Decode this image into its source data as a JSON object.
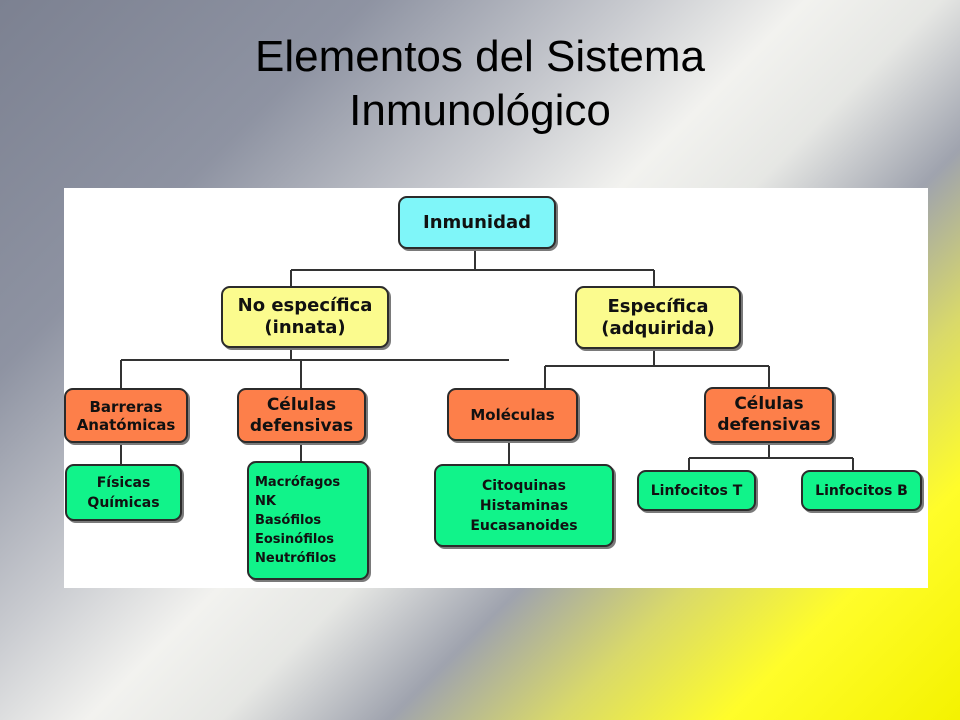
{
  "title": {
    "line1": "Elementos del Sistema",
    "line2": "Inmunológico"
  },
  "nodes": {
    "root": "Inmunidad",
    "no_especifica": "No específica\n(innata)",
    "especifica": "Específica\n(adquirida)",
    "barreras": "Barreras\nAnatómicas",
    "celulas_innata": "Células\ndefensivas",
    "moleculas": "Moléculas",
    "celulas_adquirida": "Células\ndefensivas",
    "fisicas": "Físicas\nQuímicas",
    "macrofagos": "Macrófagos\nNK\nBasófilos\nEosinófilos\nNeutrófilos",
    "citoquinas": "Citoquinas\nHistaminas\nEucasanoides",
    "linfocitos_t": "Linfocitos T",
    "linfocitos_b": "Linfocitos B"
  },
  "colors": {
    "root": "#7ff6f9",
    "level1": "#fbfb8e",
    "level2": "#fd7f4a",
    "level3": "#11f38a"
  }
}
